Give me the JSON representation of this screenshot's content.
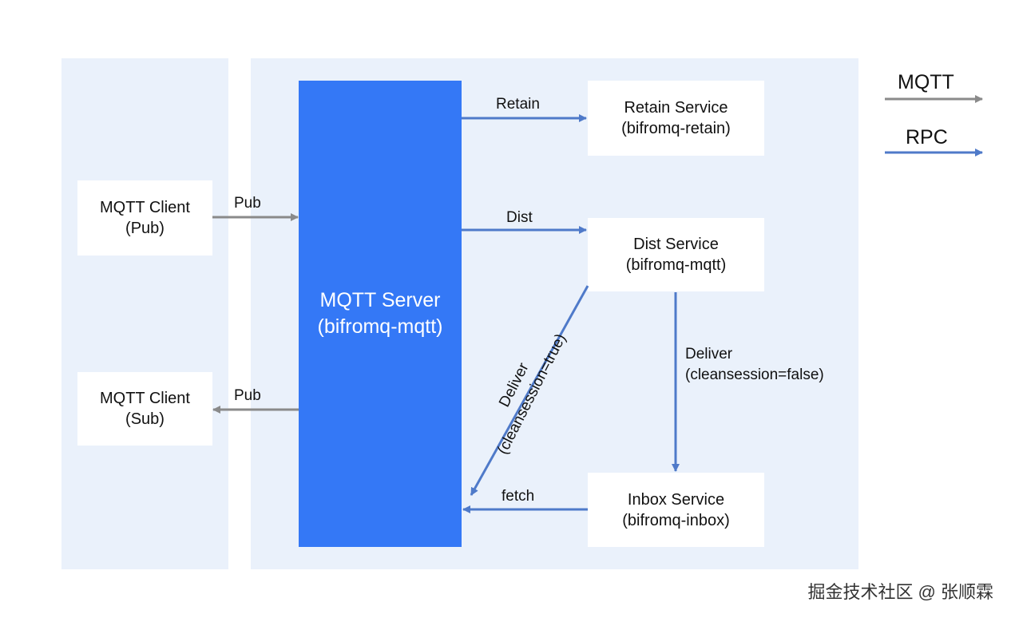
{
  "mqtt_server": {
    "line1": "MQTT Server",
    "line2": "(bifromq-mqtt)"
  },
  "clients": {
    "pub": {
      "line1": "MQTT Client",
      "line2": "(Pub)"
    },
    "sub": {
      "line1": "MQTT Client",
      "line2": "(Sub)"
    }
  },
  "services": {
    "retain": {
      "line1": "Retain Service",
      "line2": "(bifromq-retain)"
    },
    "dist": {
      "line1": "Dist Service",
      "line2": "(bifromq-mqtt)"
    },
    "inbox": {
      "line1": "Inbox Service",
      "line2": "(bifromq-inbox)"
    }
  },
  "edges": {
    "pub_in": "Pub",
    "pub_out": "Pub",
    "retain": "Retain",
    "dist": "Dist",
    "fetch": "fetch",
    "deliver_true": {
      "line1": "Deliver",
      "line2": "(cleansession=true)"
    },
    "deliver_false": {
      "line1": "Deliver",
      "line2": "(cleansession=false)"
    }
  },
  "legend": {
    "mqtt": "MQTT",
    "rpc": "RPC"
  },
  "colors": {
    "panel": "#eaf1fb",
    "server": "#3478f6",
    "mqtt_arrow": "#8a8a8a",
    "rpc_arrow": "#4f7ac9"
  },
  "watermark": "掘金技术社区 @ 张顺霖"
}
